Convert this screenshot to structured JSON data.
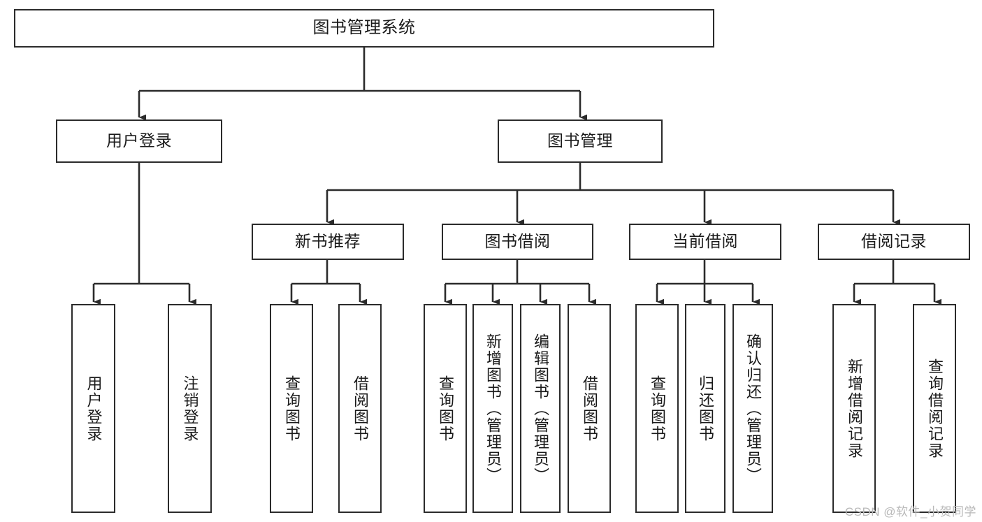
{
  "diagram": {
    "title": "图书管理系统",
    "type": "tree-hierarchy-chart",
    "orientation": "top-down",
    "line_color": "#2b2b2b",
    "box_fill": "#ffffff",
    "text_color": "#1a1a1a",
    "root": {
      "label": "图书管理系统",
      "children": [
        {
          "label": "用户登录",
          "children": [
            {
              "label": "用户登录"
            },
            {
              "label": "注销登录"
            }
          ]
        },
        {
          "label": "图书管理",
          "children": [
            {
              "label": "新书推荐",
              "children": [
                {
                  "label": "查询图书"
                },
                {
                  "label": "借阅图书"
                }
              ]
            },
            {
              "label": "图书借阅",
              "children": [
                {
                  "label": "查询图书"
                },
                {
                  "label": "新增图书（管理员）"
                },
                {
                  "label": "编辑图书（管理员）"
                },
                {
                  "label": "借阅图书"
                }
              ]
            },
            {
              "label": "当前借阅",
              "children": [
                {
                  "label": "查询图书"
                },
                {
                  "label": "归还图书"
                },
                {
                  "label": "确认归还（管理员）"
                }
              ]
            },
            {
              "label": "借阅记录",
              "children": [
                {
                  "label": "新增借阅记录"
                },
                {
                  "label": "查询借阅记录"
                }
              ]
            }
          ]
        }
      ]
    },
    "nodes": {
      "root": "图书管理系统",
      "user_login": "用户登录",
      "book_manage": "图书管理",
      "new_book_rec": "新书推荐",
      "book_borrow": "图书借阅",
      "current_borrow": "当前借阅",
      "borrow_record": "借阅记录",
      "leaf_user_login": "用户登录",
      "leaf_logout": "注销登录",
      "leaf_query_book_1": "查询图书",
      "leaf_borrow_book_1": "借阅图书",
      "leaf_query_book_2": "查询图书",
      "leaf_add_book": "新增图书（管理员）",
      "leaf_edit_book": "编辑图书（管理员）",
      "leaf_borrow_book_2": "借阅图书",
      "leaf_query_book_3": "查询图书",
      "leaf_return_book": "归还图书",
      "leaf_confirm_return": "确认归还（管理员）",
      "leaf_add_record": "新增借阅记录",
      "leaf_query_record": "查询借阅记录"
    }
  },
  "watermark": {
    "text": "CSDN @软件_小贺同学"
  }
}
